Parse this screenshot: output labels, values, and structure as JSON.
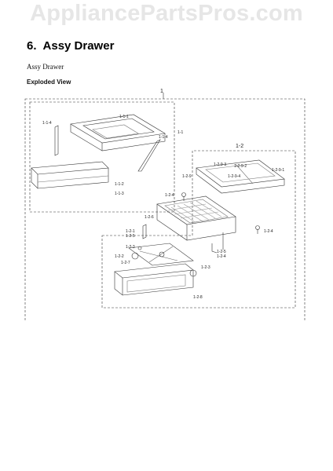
{
  "watermark": "AppliancePartsPros.com",
  "section": {
    "number": "6.",
    "title": "Assy Drawer"
  },
  "subtitle": "Assy Drawer",
  "view_label": "Exploded View",
  "callouts": {
    "c1": "1",
    "c1_2": "1-2",
    "c1_1": "1-1",
    "c1_1_1": "1-1-1",
    "c1_1_2": "1-1-2",
    "c1_1_3": "1-1-3",
    "c1_1_4a": "1-1-4",
    "c1_1_4b": "1-1-4",
    "c1_2_1": "1-2-1",
    "c1_2_2": "1-2-2",
    "c1_2_3a": "1-2-3",
    "c1_2_3b": "1-2-3",
    "c1_2_4a": "1-2-4",
    "c1_2_4b": "1-2-4",
    "c1_2_4c": "1-2-4",
    "c1_2_5a": "1-2-5",
    "c1_2_5b": "1-2-5",
    "c1_2_6": "1-2-6",
    "c1_2_7": "1-2-7",
    "c1_2_8": "1-2-8",
    "c1_2_9": "1-2-9",
    "c1_2_9_1": "1-2-9-1",
    "c1_2_9_2": "1-2-9-2",
    "c1_2_9_3": "1-2-9-3",
    "c1_2_9_4": "1-2-9-4"
  }
}
